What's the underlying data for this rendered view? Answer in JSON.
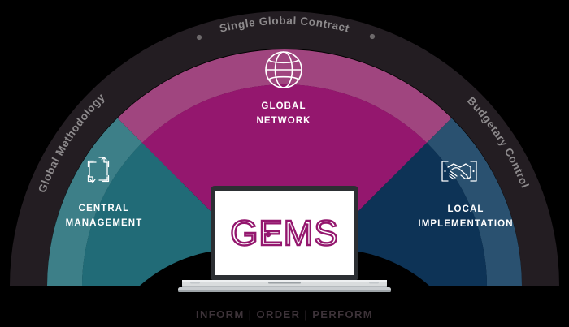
{
  "graphic": {
    "title": "GEMS service model arch diagram",
    "center_logo": "GEMS",
    "colors": {
      "magenta": "#94176e",
      "magenta_light": "#a0457f",
      "teal": "#216b77",
      "teal_light": "#3d7f88",
      "navy": "#0d3356",
      "navy_light": "#2a5170",
      "outer_ring": "#231d22",
      "arc_text": "#8d8a8c",
      "segment_text": "#ffffff",
      "footer_text": "#3c3238"
    }
  },
  "outer_arc": {
    "labels": [
      {
        "text": "Global Methodology"
      },
      {
        "text": "Single Global Contract"
      },
      {
        "text": "Budgetary Control"
      }
    ],
    "separators": [
      {
        "name": "dot-separator-left"
      },
      {
        "name": "dot-separator-right"
      }
    ]
  },
  "segments": [
    {
      "id": "central-management",
      "icon": "cycle-arrows-icon",
      "line1": "CENTRAL",
      "line2": "MANAGEMENT",
      "color": "#216b77"
    },
    {
      "id": "global-network",
      "icon": "globe-icon",
      "line1": "GLOBAL",
      "line2": "NETWORK",
      "color": "#94176e"
    },
    {
      "id": "local-implementation",
      "icon": "handshake-icon",
      "line1": "LOCAL",
      "line2": "IMPLEMENTATION",
      "color": "#0d3356"
    }
  ],
  "footer": {
    "items": [
      "INFORM",
      "ORDER",
      "PERFORM"
    ],
    "separator": "|"
  }
}
